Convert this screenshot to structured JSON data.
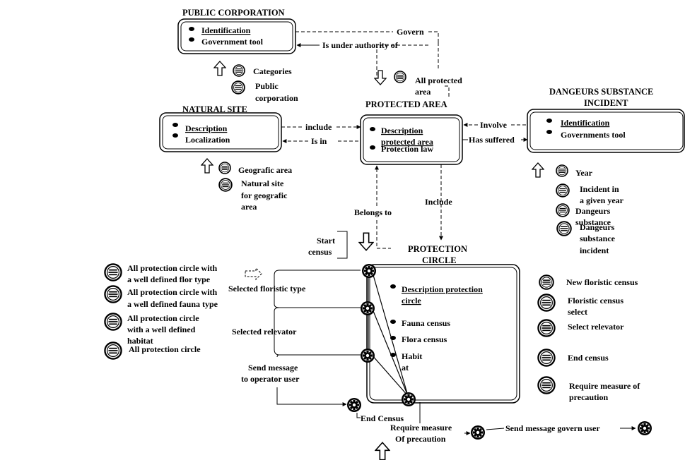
{
  "entities": {
    "public_corporation": {
      "title": "PUBLIC CORPORATION",
      "attr1": "Identification",
      "attr2": "Government tool"
    },
    "natural_site": {
      "title": "NATURAL SITE",
      "attr1": "Description",
      "attr2": "Localization"
    },
    "protected_area": {
      "title": "PROTECTED AREA",
      "attr1_line1": "Description",
      "attr1_line2": "protected area",
      "attr2": "Protection law"
    },
    "incident": {
      "title_line1": "DANGEURS SUBSTANCE",
      "title_line2": "INCIDENT",
      "attr1": "Identification",
      "attr2": "Governments tool"
    },
    "protection_circle": {
      "title_line1": "PROTECTION",
      "title_line2": "CIRCLE",
      "attr1_line1": "Description protection",
      "attr1_line2": "circle",
      "attr2": "Fauna census",
      "attr3": "Flora census",
      "attr4_line1": "Habit",
      "attr4_line2": "at"
    }
  },
  "relations": {
    "govern": "Govern",
    "under_authority": "Is under authority of",
    "include_site": "include",
    "is_in": "Is in",
    "involve": "Involve",
    "has_suffered": "Has suffered",
    "belongs_to": "Belongs to",
    "include_circle": "Include"
  },
  "queries": {
    "public_corp": [
      "Categories",
      "Public",
      "corporation"
    ],
    "protected_area": [
      "All protected",
      "area"
    ],
    "natural_site": [
      "Geografic area",
      "Natural site",
      "for geografic",
      "area"
    ],
    "incident": [
      "Year",
      "Incident in",
      "a given year",
      "Dangeurs",
      "substance",
      "Dangeurs",
      "substance",
      "incident"
    ],
    "left": [
      "All protection circle with",
      "a well defined flor type",
      "All protection circle with",
      "a well defined fauna type",
      "All protection circle",
      "with a well defined",
      "habitat",
      "All protection circle"
    ],
    "right": [
      "New floristic census",
      "Floristic census",
      "select",
      "Select relevator",
      "End census",
      "Require measure of",
      "precaution"
    ]
  },
  "workflow": {
    "start_census": [
      "Start",
      "census"
    ],
    "selected_floristic": "Selected floristic type",
    "selected_relevator": "Selected relevator",
    "send_message_operator": [
      "Send message",
      "to operator user"
    ],
    "end_census": "End Census",
    "require_measure": [
      "Require measure",
      "Of precaution"
    ],
    "send_message_govern": "Send message govern user"
  }
}
